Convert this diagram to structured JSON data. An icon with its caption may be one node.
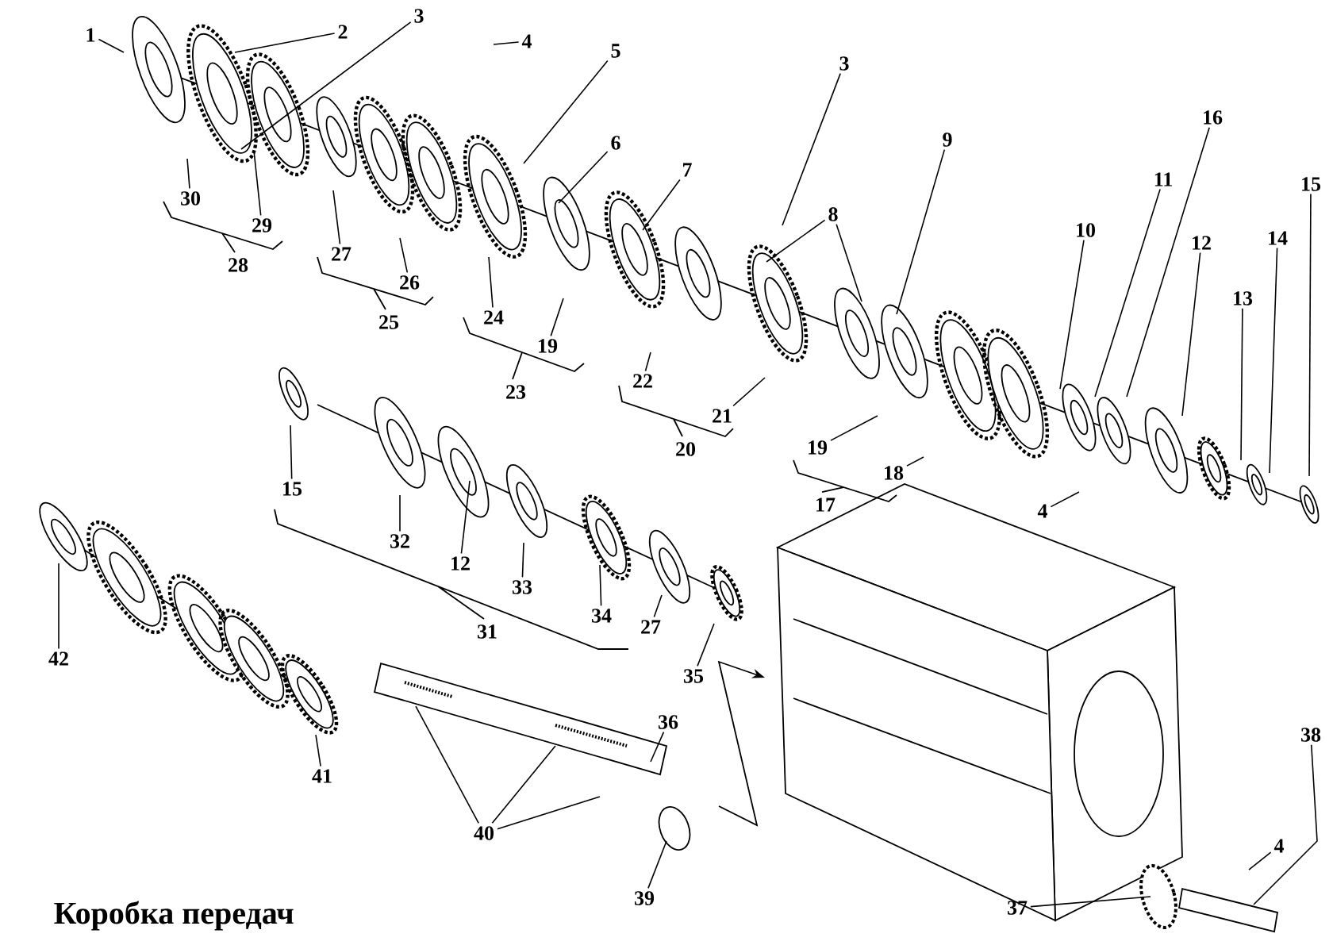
{
  "diagram": {
    "title": "Коробка передач",
    "nodes": [
      {
        "text": [
          "1"
        ]
      },
      {
        "text": [
          "2"
        ]
      },
      {
        "text": [
          "3"
        ]
      },
      {
        "text": [
          "4"
        ]
      },
      {
        "text": [
          "5"
        ]
      },
      {
        "text": [
          "6"
        ]
      },
      {
        "text": [
          "7"
        ]
      },
      {
        "text": [
          "3"
        ]
      },
      {
        "text": [
          "8"
        ]
      },
      {
        "text": [
          "9"
        ]
      },
      {
        "text": [
          "16"
        ]
      },
      {
        "text": [
          "11"
        ]
      },
      {
        "text": [
          "15"
        ]
      },
      {
        "text": [
          "10"
        ]
      },
      {
        "text": [
          "12"
        ]
      },
      {
        "text": [
          "14"
        ]
      },
      {
        "text": [
          "13"
        ]
      },
      {
        "text": [
          "30"
        ]
      },
      {
        "text": [
          "29"
        ]
      },
      {
        "text": [
          "27"
        ]
      },
      {
        "text": [
          "26"
        ]
      },
      {
        "text": [
          "24"
        ]
      },
      {
        "text": [
          "19"
        ]
      },
      {
        "text": [
          "22"
        ]
      },
      {
        "text": [
          "21"
        ]
      },
      {
        "text": [
          "19"
        ]
      },
      {
        "text": [
          "18"
        ]
      },
      {
        "text": [
          "4"
        ]
      },
      {
        "text": [
          "15"
        ]
      },
      {
        "text": [
          "32"
        ]
      },
      {
        "text": [
          "12"
        ]
      },
      {
        "text": [
          "33"
        ]
      },
      {
        "text": [
          "34"
        ]
      },
      {
        "text": [
          "27"
        ]
      },
      {
        "text": [
          "35"
        ]
      },
      {
        "text": [
          "36"
        ]
      },
      {
        "text": [
          "42"
        ]
      },
      {
        "text": [
          "41"
        ]
      },
      {
        "text": [
          "40"
        ]
      },
      {
        "text": [
          "39"
        ]
      },
      {
        "text": [
          "37"
        ]
      },
      {
        "text": [
          "4"
        ]
      },
      {
        "text": [
          "38"
        ]
      }
    ],
    "edges": [
      {
        "from": 0,
        "to": null,
        "arrow": "none"
      },
      {
        "from": 1,
        "to": null,
        "arrow": "none"
      },
      {
        "from": 2,
        "to": null,
        "arrow": "none"
      },
      {
        "from": 3,
        "to": null,
        "arrow": "none"
      },
      {
        "from": 4,
        "to": null,
        "arrow": "none"
      },
      {
        "from": 5,
        "to": null,
        "arrow": "none"
      },
      {
        "from": 6,
        "to": null,
        "arrow": "none"
      },
      {
        "from": 7,
        "to": null,
        "arrow": "none"
      },
      {
        "from": 8,
        "to": null,
        "arrow": "none"
      },
      {
        "from": 8,
        "to": null,
        "arrow": "none"
      },
      {
        "from": 9,
        "to": null,
        "arrow": "none"
      },
      {
        "from": 10,
        "to": null,
        "arrow": "none"
      },
      {
        "from": 11,
        "to": null,
        "arrow": "none"
      },
      {
        "from": 12,
        "to": null,
        "arrow": "none"
      },
      {
        "from": 13,
        "to": null,
        "arrow": "none"
      },
      {
        "from": 14,
        "to": null,
        "arrow": "none"
      },
      {
        "from": 15,
        "to": null,
        "arrow": "none"
      },
      {
        "from": 16,
        "to": null,
        "arrow": "none"
      },
      {
        "from": 17,
        "to": null,
        "arrow": "none"
      },
      {
        "from": 18,
        "to": null,
        "arrow": "none"
      },
      {
        "from": 19,
        "to": null,
        "arrow": "none"
      },
      {
        "from": 20,
        "to": null,
        "arrow": "none"
      },
      {
        "from": 21,
        "to": null,
        "arrow": "none"
      },
      {
        "from": 22,
        "to": null,
        "arrow": "none"
      },
      {
        "from": 23,
        "to": null,
        "arrow": "none"
      },
      {
        "from": 24,
        "to": null,
        "arrow": "none"
      },
      {
        "from": 25,
        "to": null,
        "arrow": "none"
      },
      {
        "from": 26,
        "to": null,
        "arrow": "none"
      },
      {
        "from": 27,
        "to": null,
        "arrow": "none"
      },
      {
        "from": 28,
        "to": null,
        "arrow": "none"
      },
      {
        "from": 29,
        "to": null,
        "arrow": "none"
      },
      {
        "from": 30,
        "to": null,
        "arrow": "none"
      },
      {
        "from": 31,
        "to": null,
        "arrow": "none"
      },
      {
        "from": 32,
        "to": null,
        "arrow": "none"
      },
      {
        "from": 33,
        "to": null,
        "arrow": "none"
      },
      {
        "from": 34,
        "to": null,
        "arrow": "none"
      },
      {
        "from": 35,
        "to": null,
        "arrow": "none"
      },
      {
        "from": 36,
        "to": null,
        "arrow": "none"
      },
      {
        "from": 37,
        "to": null,
        "arrow": "none"
      },
      {
        "from": 38,
        "to": null,
        "arrow": "none"
      },
      {
        "from": 38,
        "to": null,
        "arrow": "none"
      },
      {
        "from": 38,
        "to": null,
        "arrow": "none"
      },
      {
        "from": 39,
        "to": null,
        "arrow": "none"
      },
      {
        "from": 40,
        "to": null,
        "arrow": "none"
      },
      {
        "from": 41,
        "to": null,
        "arrow": "none"
      },
      {
        "from": 42,
        "to": null,
        "arrow": "none"
      }
    ],
    "labels": [
      "28",
      "25",
      "23",
      "20",
      "17",
      "31"
    ]
  }
}
